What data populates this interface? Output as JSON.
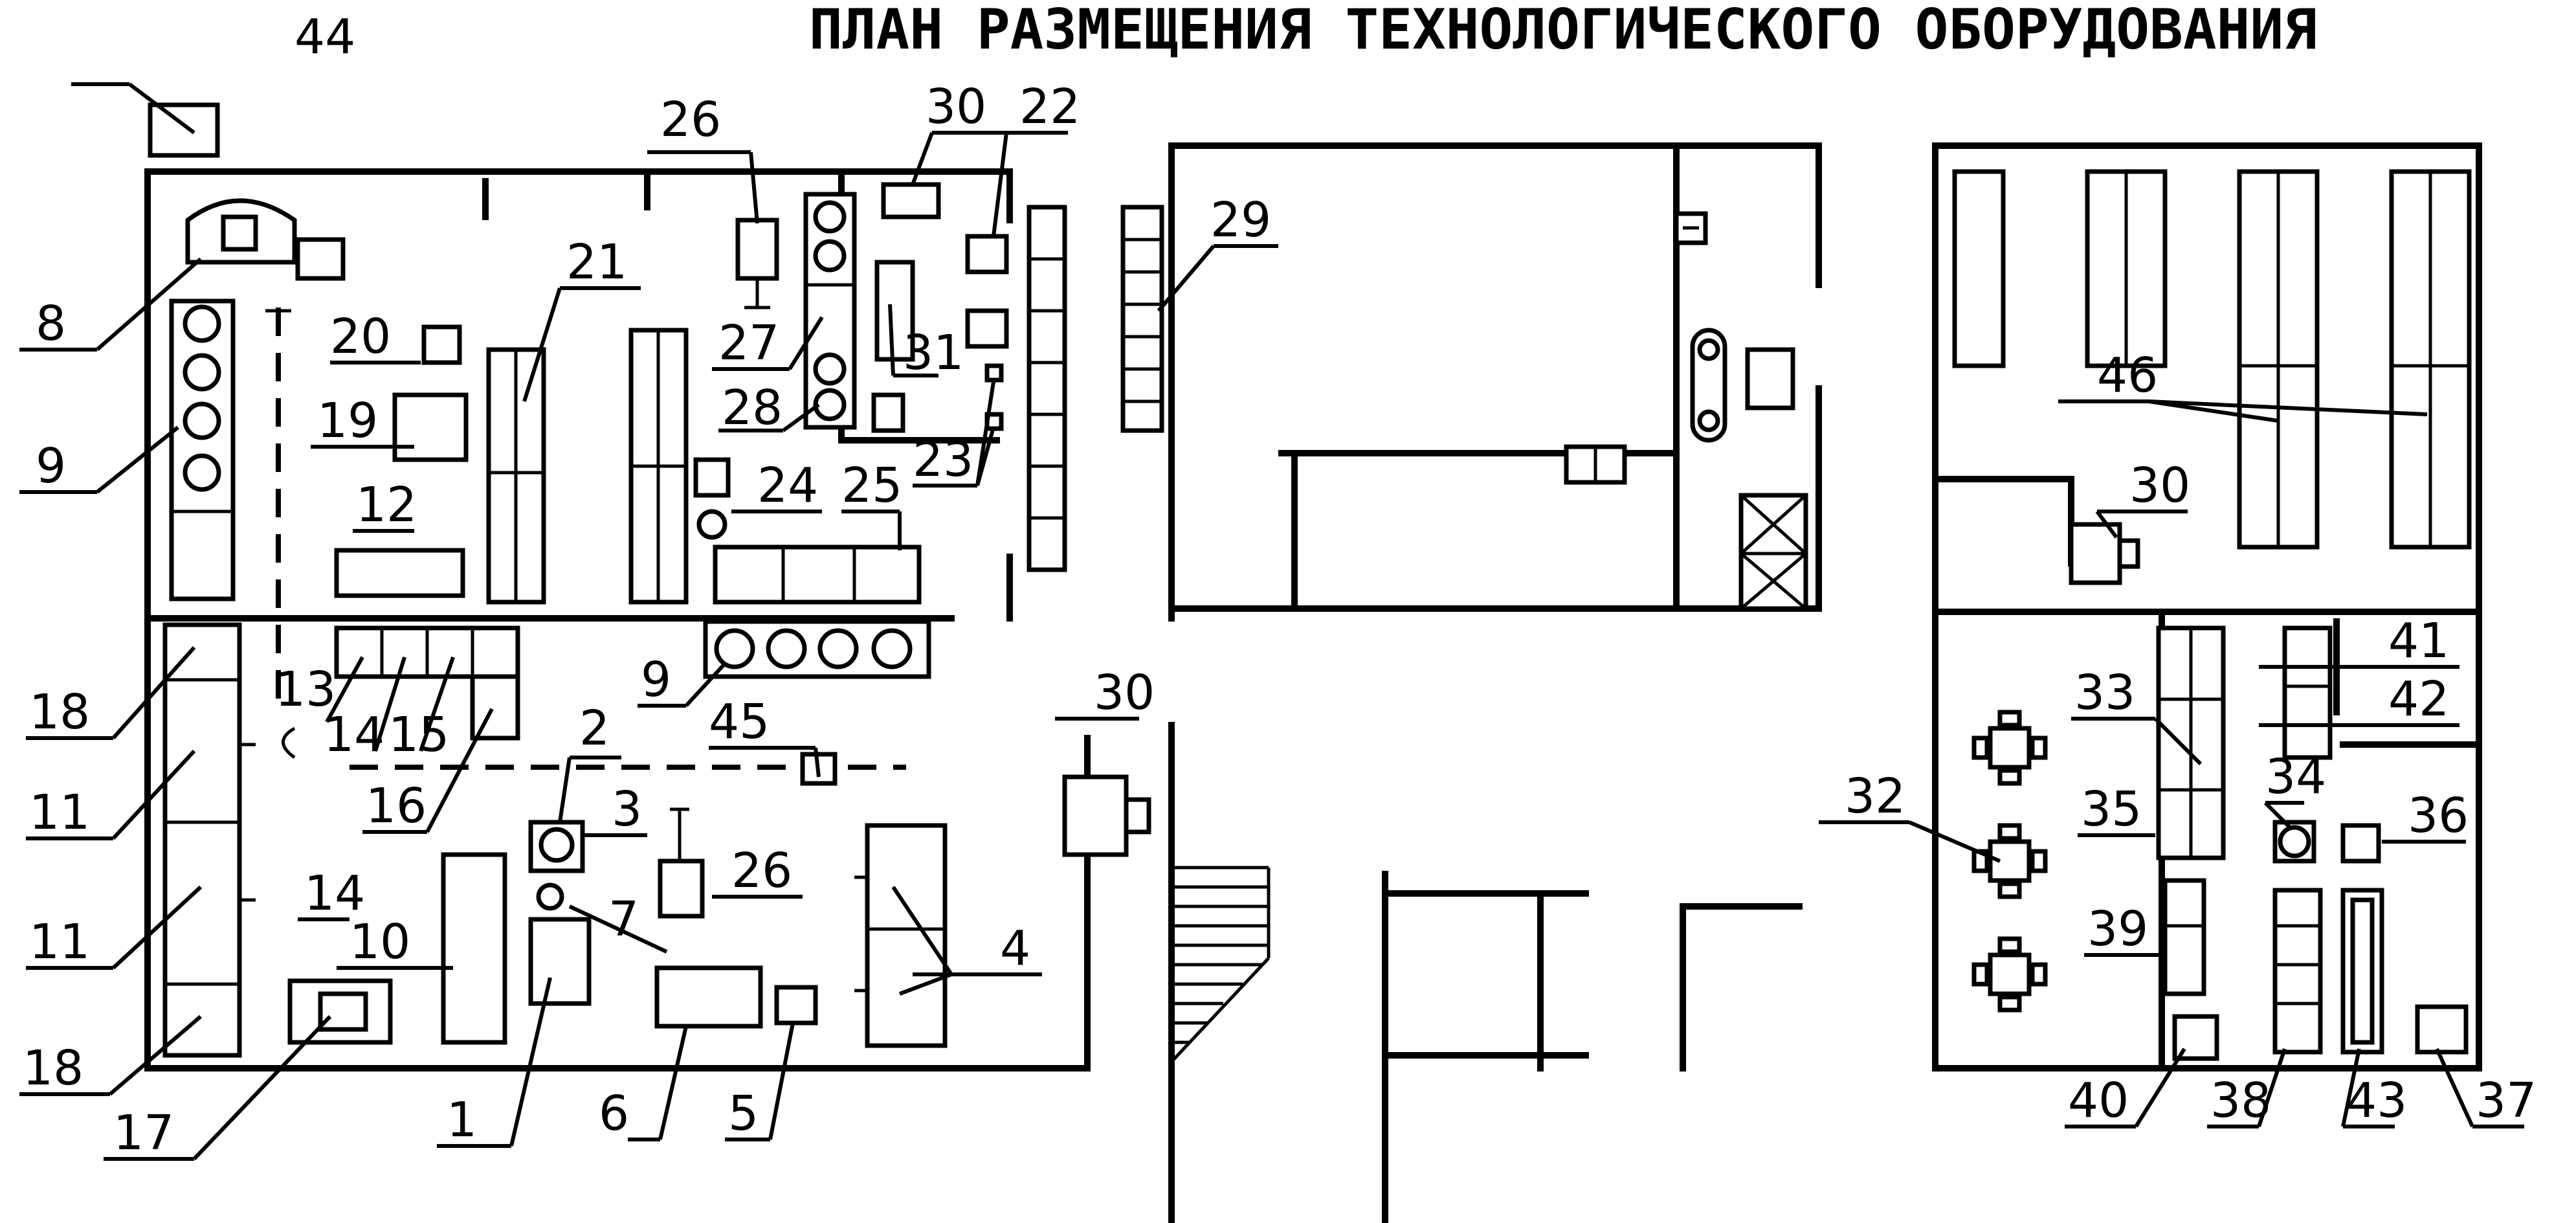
{
  "title": "ПЛАН РАЗМЕЩЕНИЯ ТЕХНОЛОГИЧЕСКОГО ОБОРУДОВАНИЯ",
  "labels": {
    "n1": "1",
    "n2": "2",
    "n3": "3",
    "n4": "4",
    "n5": "5",
    "n6": "6",
    "n7": "7",
    "n8": "8",
    "n9a": "9",
    "n9b": "9",
    "n10": "10",
    "n11a": "11",
    "n11b": "11",
    "n12": "12",
    "n13": "13",
    "n14a": "14",
    "n14b": "14",
    "n15": "15",
    "n16": "16",
    "n17": "17",
    "n18a": "18",
    "n18b": "18",
    "n19": "19",
    "n20": "20",
    "n21": "21",
    "n22": "22",
    "n23": "23",
    "n24": "24",
    "n25": "25",
    "n26a": "26",
    "n26b": "26",
    "n27": "27",
    "n28": "28",
    "n29": "29",
    "n30a": "30",
    "n30b": "30",
    "n30c": "30",
    "n31": "31",
    "n32": "32",
    "n33": "33",
    "n34": "34",
    "n35": "35",
    "n36": "36",
    "n37": "37",
    "n38": "38",
    "n39": "39",
    "n40": "40",
    "n41": "41",
    "n42": "42",
    "n43": "43",
    "n44": "44",
    "n45": "45",
    "n46": "46"
  }
}
